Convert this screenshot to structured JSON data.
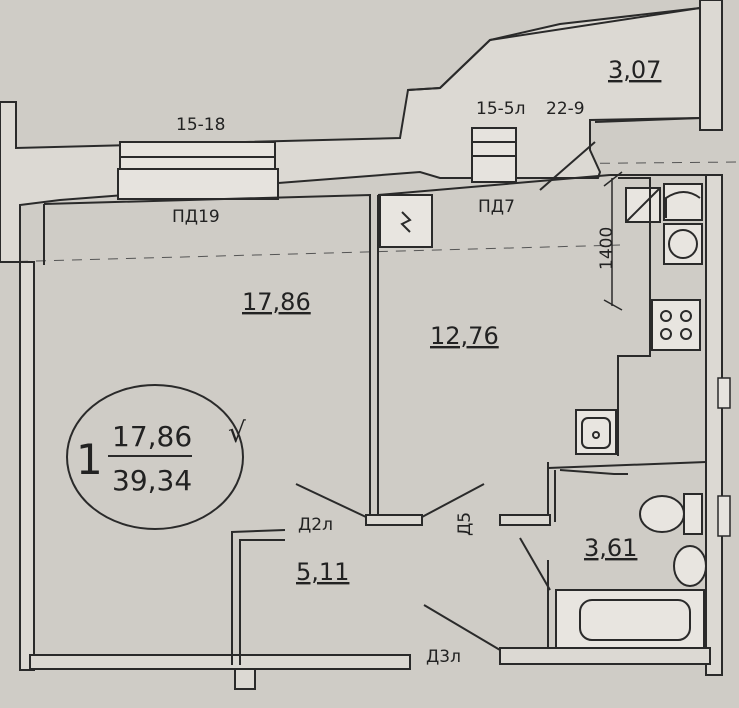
{
  "rooms": {
    "living": {
      "area": "17,86"
    },
    "kitchen": {
      "area": "12,76"
    },
    "hall": {
      "area": "5,11"
    },
    "bathroom": {
      "area": "3,61"
    },
    "loggia": {
      "area": "3,07"
    }
  },
  "apartment": {
    "rooms_count": "1",
    "living_area": "17,86",
    "total_area": "39,34",
    "checkmark": "√"
  },
  "elements": {
    "window_1": "15-18",
    "window_2": "15-5л",
    "window_3": "22-9",
    "pd19": "ПД19",
    "pd7": "ПД7",
    "door_d2l": "Д2л",
    "door_d5": "Д5",
    "door_d3l": "Д3л",
    "dimension_1400": "1400"
  },
  "colors": {
    "paper": "#cfccc6",
    "wall": "#2a2a2a",
    "hatch": "#888888"
  }
}
